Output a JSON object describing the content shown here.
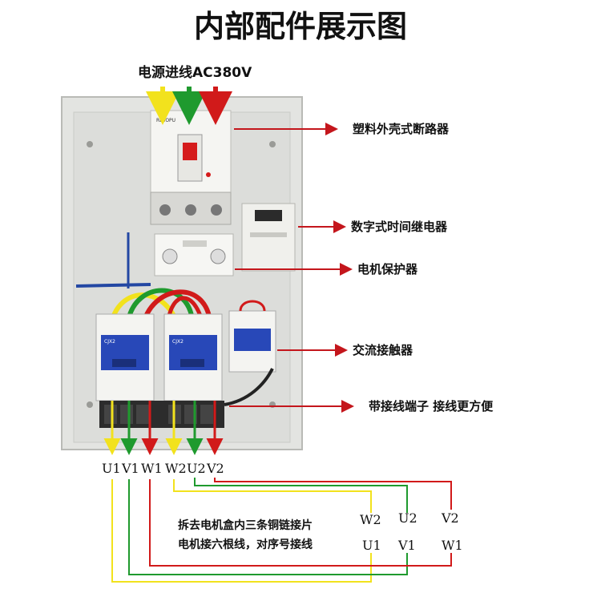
{
  "title": "内部配件展示图",
  "power_in": "电源进线AC380V",
  "callouts": {
    "breaker": "塑料外壳式断路器",
    "timer": "数字式时间继电器",
    "protector": "电机保护器",
    "contactor": "交流接触器",
    "terminal": "带接线端子 接线更方便"
  },
  "terminals": [
    "U1",
    "V1",
    "W1",
    "W2",
    "U2",
    "V2"
  ],
  "motor_box": {
    "top_row": [
      "W2",
      "U2",
      "V2"
    ],
    "bottom_row": [
      "U1",
      "V1",
      "W1"
    ]
  },
  "notes": [
    "拆去电机盒内三条铜链接片",
    "电机接六根线，对序号接线"
  ],
  "breaker_brand": "RLSOPU",
  "contactor_model": "CJX2",
  "colors": {
    "yellow": "#f2e21d",
    "green": "#1f9a2e",
    "red": "#d11a1a",
    "arrow": "#c4161c",
    "cabinet": "#e3e4e1",
    "blue_panel": "#2848b8"
  }
}
